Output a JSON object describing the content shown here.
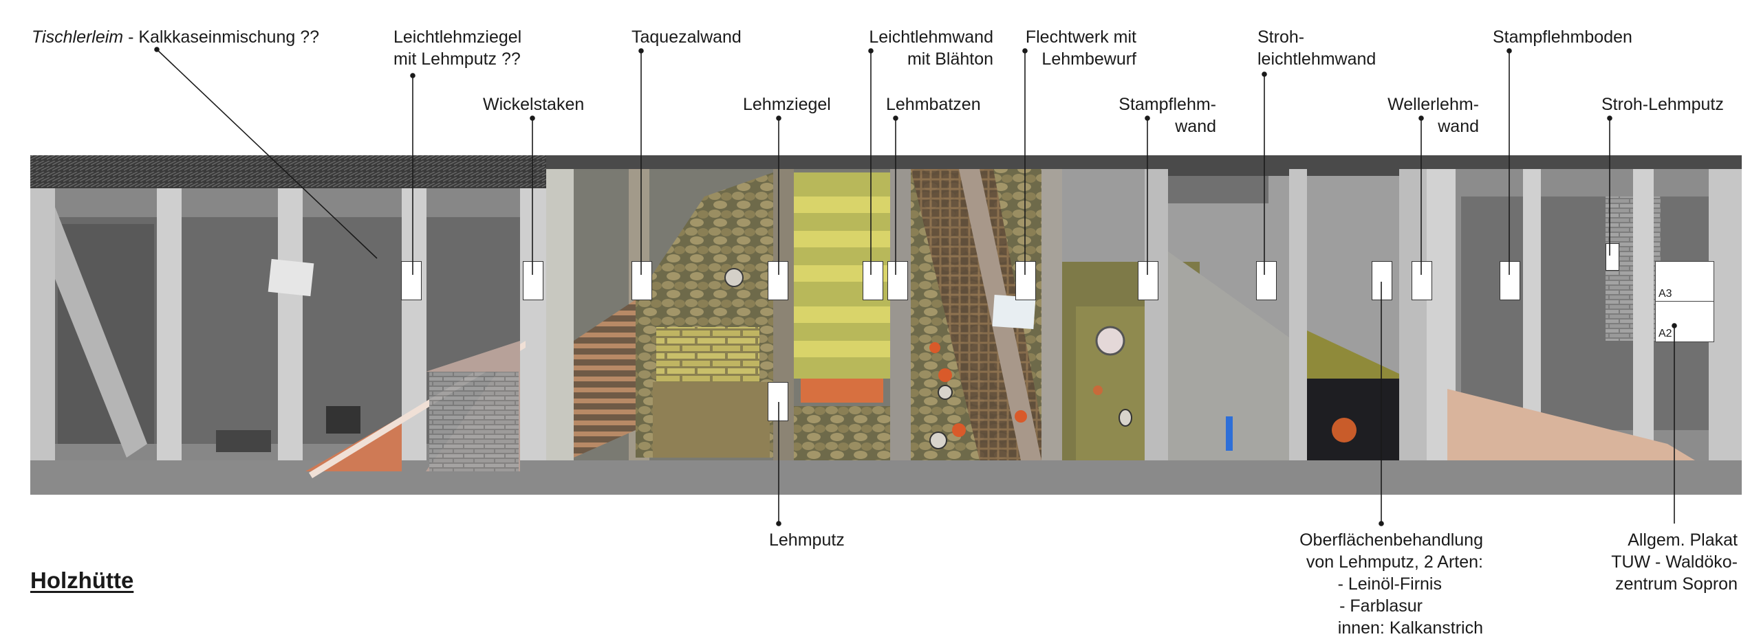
{
  "page": {
    "title": "Holzhütte"
  },
  "labels": {
    "tischlerleim": {
      "italic": "Tischlerleim",
      "rest": " - Kalkkaseinmischung ??"
    },
    "leichtlehmziegel": [
      "Leichtlehmziegel",
      "mit Lehmputz ??"
    ],
    "wickelstaken": [
      "Wickelstaken"
    ],
    "taquezalwand": [
      "Taquezalwand"
    ],
    "lehmziegel": [
      "Lehmziegel"
    ],
    "leichtlehmwand": [
      "Leichtlehmwand",
      "mit Blähton"
    ],
    "lehmbatzen": [
      "Lehmbatzen"
    ],
    "flechtwerk": [
      "Flechtwerk mit",
      "Lehmbewurf"
    ],
    "stampflehmwand": [
      "Stampflehm-",
      "wand"
    ],
    "strohleichtlehmwand": [
      "Stroh-",
      "leichtlehmwand"
    ],
    "wellerlehmwand": [
      "Wellerlehm-",
      "wand"
    ],
    "stampflehmboden": [
      "Stampflehmboden"
    ],
    "strohlehmputz": [
      "Stroh-Lehmputz"
    ],
    "lehmputz": [
      "Lehmputz"
    ],
    "oberflaeche": [
      "Oberflächenbehandlung",
      "von Lehmputz, 2 Arten:",
      "- Leinöl-Firnis",
      "- Farblasur",
      "innen: Kalkanstrich"
    ],
    "plakat": [
      "Allgem. Plakat",
      "TUW - Waldöko-",
      "zentrum Sopron"
    ]
  },
  "plaque": {
    "top": "A3",
    "bottom": "A2"
  },
  "colors": {
    "leader": "#1a1a1a",
    "marker": "#ffffff",
    "clay_yellow": "#c9a94a",
    "clay_green": "#8f8a3c",
    "brick_orange": "#d9683a",
    "dark_panel": "#1e1e22",
    "pink_clay": "#d9b49c"
  }
}
